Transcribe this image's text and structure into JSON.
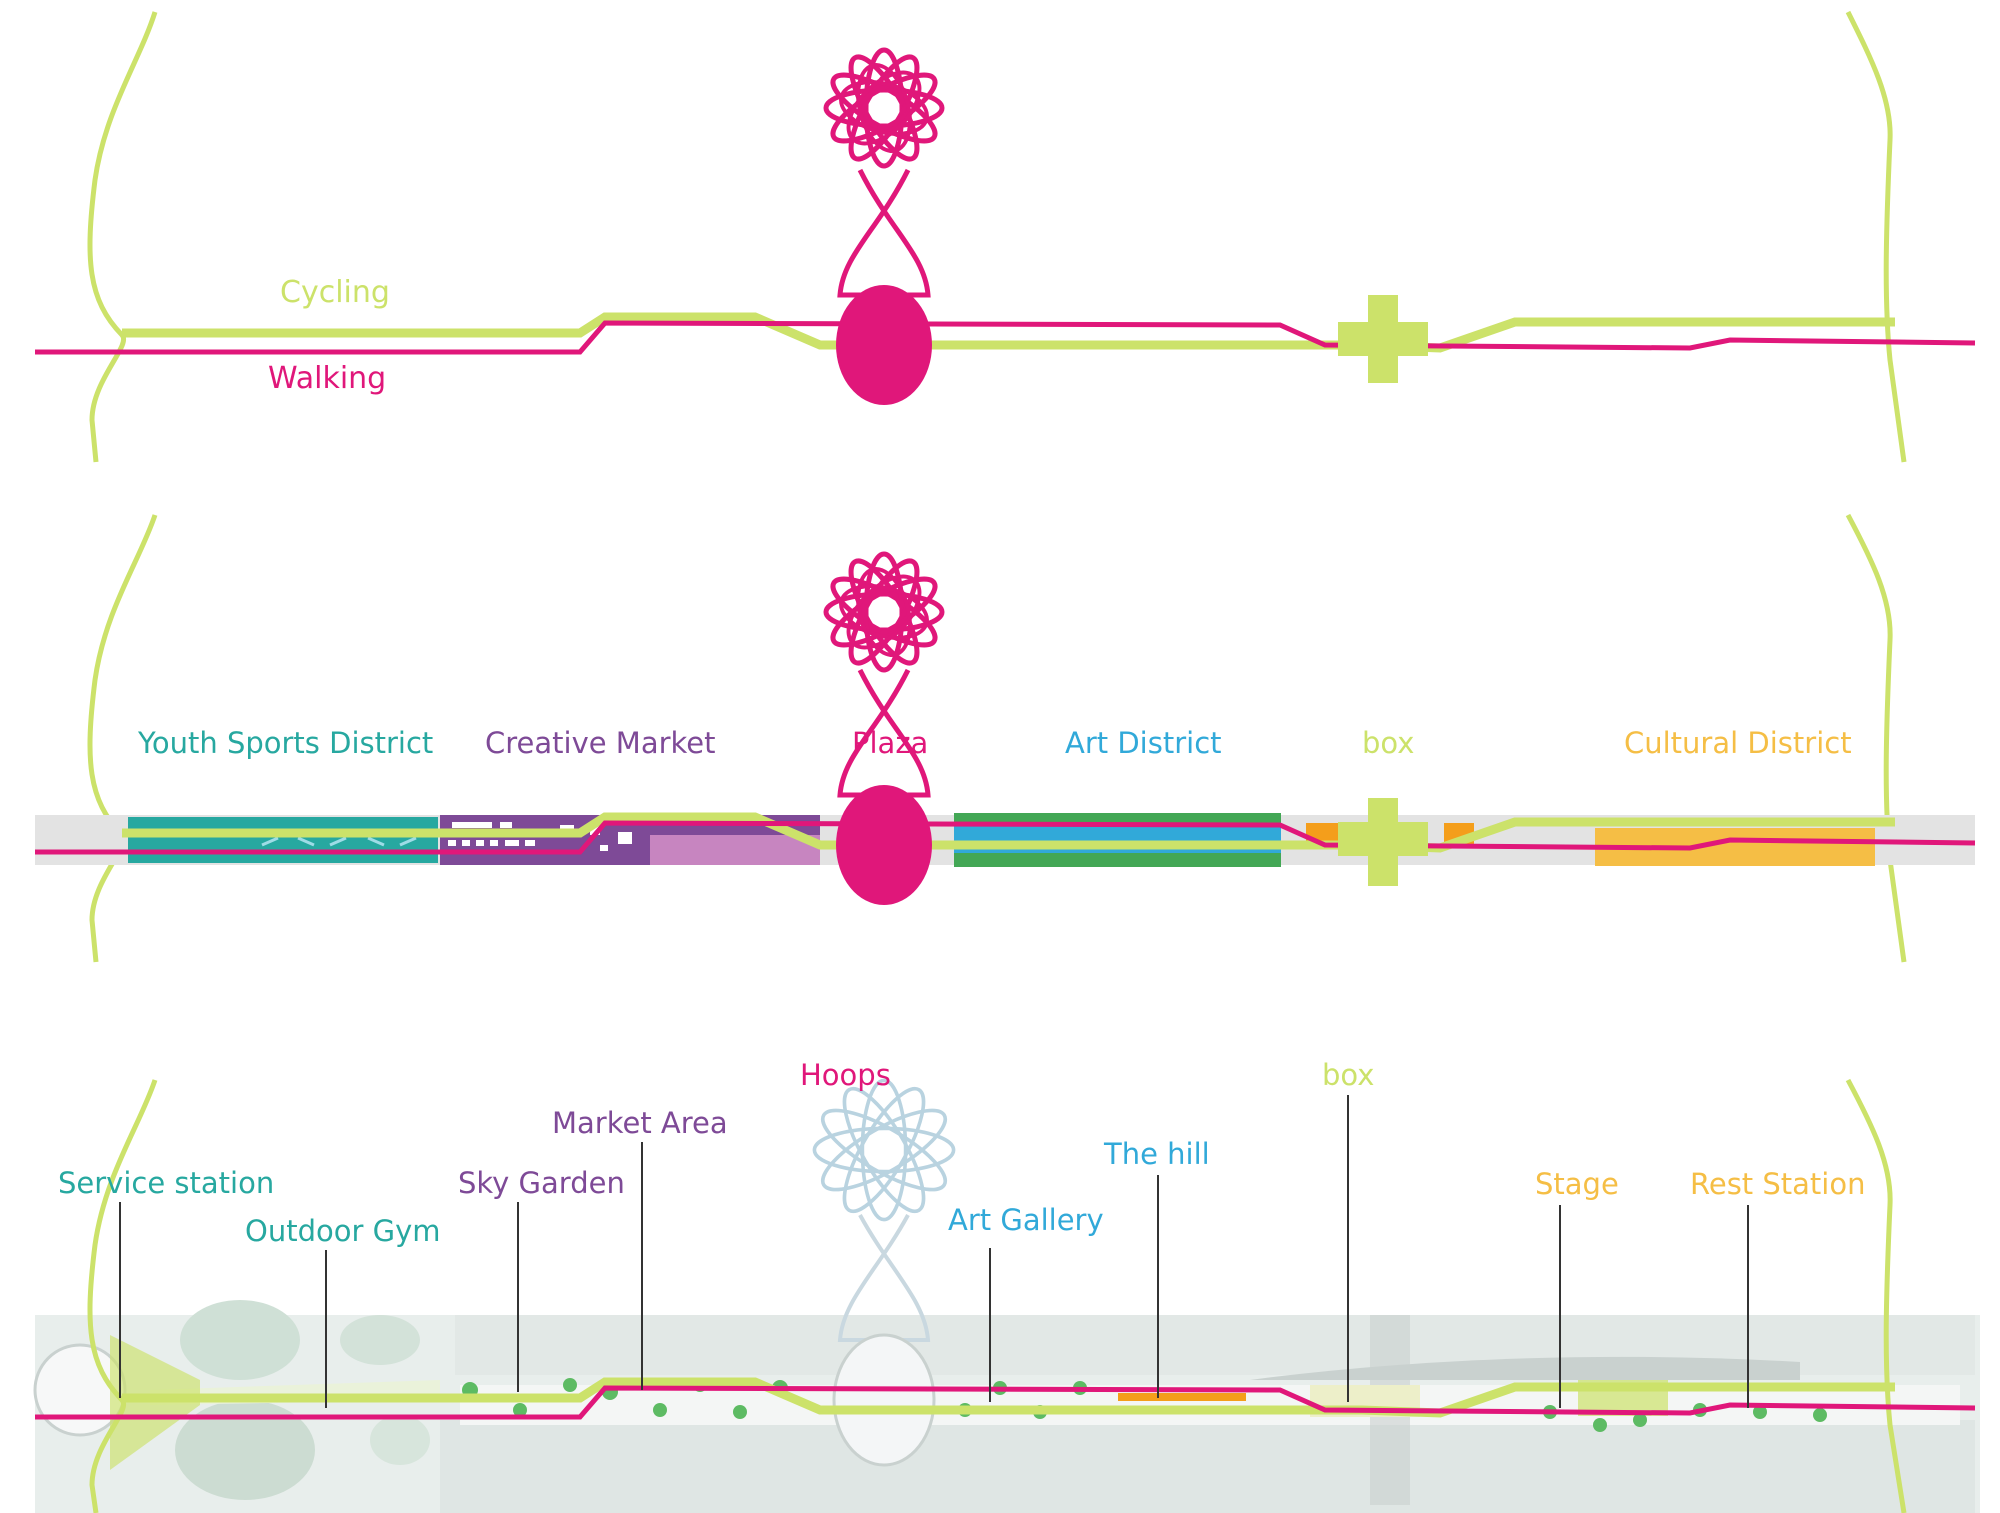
{
  "colors": {
    "cycling": "#CCE26A",
    "walking": "#E0177A",
    "teal": "#27A8A0",
    "purple": "#7E4A97",
    "blue": "#31A9D9",
    "yellow": "#F5BE45",
    "orange": "#F49E1B",
    "green": "#43A755"
  },
  "panel1": {
    "cycling_label": "Cycling",
    "walking_label": "Walking"
  },
  "panel2": {
    "districts": [
      {
        "label": "Youth Sports District"
      },
      {
        "label": "Creative Market"
      },
      {
        "label": "Plaza"
      },
      {
        "label": "Art District"
      },
      {
        "label": "box"
      },
      {
        "label": "Cultural District"
      }
    ]
  },
  "panel3": {
    "callouts": [
      {
        "label": "Service station"
      },
      {
        "label": "Outdoor Gym"
      },
      {
        "label": "Sky Garden"
      },
      {
        "label": "Market Area"
      },
      {
        "label": "Hoops"
      },
      {
        "label": "Art Gallery"
      },
      {
        "label": "The hill"
      },
      {
        "label": "box"
      },
      {
        "label": "Stage"
      },
      {
        "label": "Rest Station"
      }
    ]
  }
}
